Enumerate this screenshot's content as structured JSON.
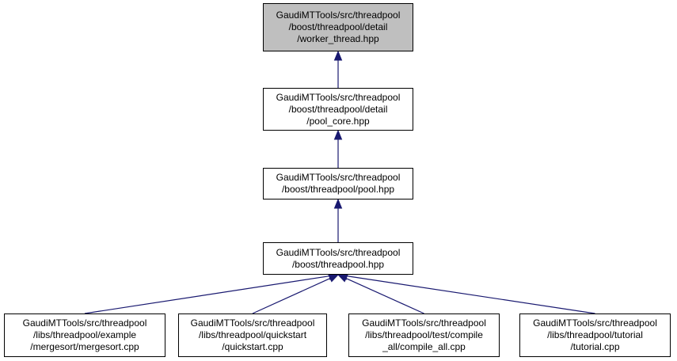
{
  "diagram": {
    "colors": {
      "edge": "#191970",
      "border": "#000000",
      "current_fill": "#bfbfbf",
      "node_fill": "#ffffff"
    },
    "nodes": [
      {
        "id": "n0",
        "lines": [
          "GaudiMTTools/src/threadpool",
          "/boost/threadpool/detail",
          "/worker_thread.hpp"
        ],
        "current": true
      },
      {
        "id": "n1",
        "lines": [
          "GaudiMTTools/src/threadpool",
          "/boost/threadpool/detail",
          "/pool_core.hpp"
        ]
      },
      {
        "id": "n2",
        "lines": [
          "GaudiMTTools/src/threadpool",
          "/boost/threadpool/pool.hpp"
        ]
      },
      {
        "id": "n3",
        "lines": [
          "GaudiMTTools/src/threadpool",
          "/boost/threadpool.hpp"
        ]
      },
      {
        "id": "n4",
        "lines": [
          "GaudiMTTools/src/threadpool",
          "/libs/threadpool/example",
          "/mergesort/mergesort.cpp"
        ]
      },
      {
        "id": "n5",
        "lines": [
          "GaudiMTTools/src/threadpool",
          "/libs/threadpool/quickstart",
          "/quickstart.cpp"
        ]
      },
      {
        "id": "n6",
        "lines": [
          "GaudiMTTools/src/threadpool",
          "/libs/threadpool/test/compile",
          "_all/compile_all.cpp"
        ]
      },
      {
        "id": "n7",
        "lines": [
          "GaudiMTTools/src/threadpool",
          "/libs/threadpool/tutorial",
          "/tutorial.cpp"
        ]
      }
    ],
    "edges": [
      {
        "from": "n1",
        "to": "n0"
      },
      {
        "from": "n2",
        "to": "n1"
      },
      {
        "from": "n3",
        "to": "n2"
      },
      {
        "from": "n4",
        "to": "n3"
      },
      {
        "from": "n5",
        "to": "n3"
      },
      {
        "from": "n6",
        "to": "n3"
      },
      {
        "from": "n7",
        "to": "n3"
      }
    ]
  }
}
